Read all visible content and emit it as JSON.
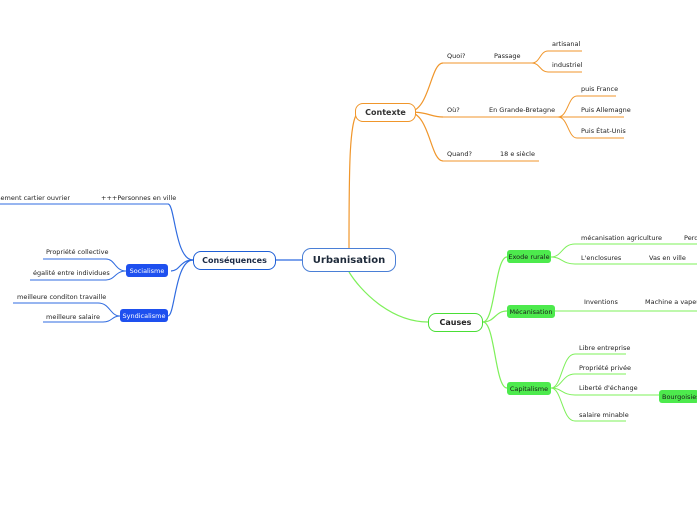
{
  "root": "Urbanisation",
  "contexte": {
    "label": "Contexte",
    "quoi": "Quoi?",
    "passage": "Passage",
    "artisanal": "artisanal",
    "industriel": "industriel",
    "ou": "Où?",
    "en_gb": "En Grande-Bretagne",
    "puis_france": "puis France",
    "puis_allemagne": "Puis Allemagne",
    "puis_usa": "Puis État-Unis",
    "quand": "Quand?",
    "siecle": "18 e siècle"
  },
  "consequences": {
    "label": "Conséquences",
    "personnes": "+++Personnes en ville",
    "entassement": "Entassement cartier ouvrier",
    "socialisme": "Socialisme",
    "propriete_collective": "Propriété collective",
    "egalite": "égalité entre individues",
    "syndicalisme": "Syndicalisme",
    "conditions": "meilleure conditon travaille",
    "salaire": "meilleure salaire"
  },
  "causes": {
    "label": "Causes",
    "exode": "Exode rurale",
    "mecanisation_agri": "mécanisation agriculture",
    "perd": "Perd",
    "enclosures": "L'enclosures",
    "vas_en_ville": "Vas en ville",
    "mecanisation": "Mécanisation",
    "inventions": "Inventions",
    "machine_vapeur": "Machine a vapeur",
    "capitalisme": "Capitalisme",
    "libre_entreprise": "Libre entreprise",
    "propriete_privee": "Propriété privée",
    "liberte_echange": "Liberté d'échange",
    "bourgeoisie": "Bourgoisies",
    "salaire_minable": "salaire minable"
  },
  "colors": {
    "contexte": "#f0962b",
    "consequences": "#2f6be0",
    "causes": "#5fe33c"
  }
}
